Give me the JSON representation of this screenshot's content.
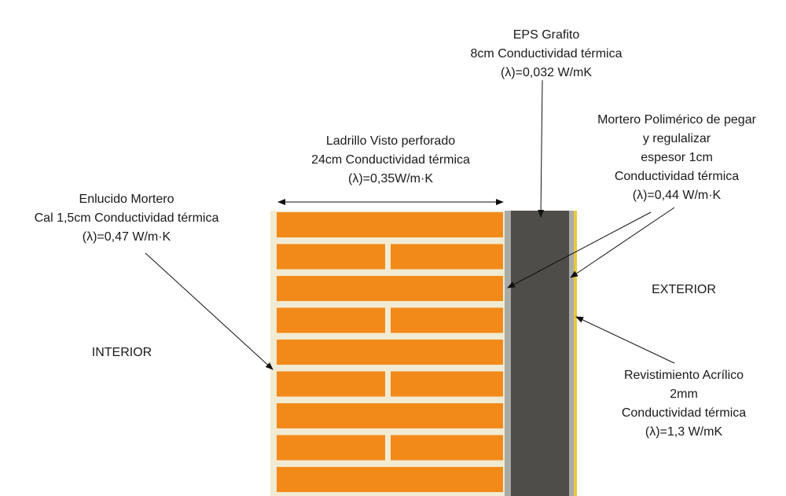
{
  "labels": {
    "eps": [
      "EPS Grafito",
      "8cm Conductividad térmica",
      "(λ)=0,032 W/mK"
    ],
    "mortar_adhesive": [
      "Mortero Polimérico de pegar",
      "y regulalizar",
      "espesor 1cm",
      "Conductividad térmica",
      "(λ)=0,44 W/m·K"
    ],
    "brick": [
      "Ladrillo Visto perforado",
      "24cm  Conductividad térmica",
      "(λ)=0,35W/m·K"
    ],
    "plaster": [
      "Enlucido Mortero",
      "Cal 1,5cm Conductividad térmica",
      "(λ)=0,47 W/m·K"
    ],
    "interior": "INTERIOR",
    "exterior": "EXTERIOR",
    "coating": [
      "Revistimiento Acrílico",
      "2mm",
      "Conductividad térmica",
      "(λ)=1,3 W/mK"
    ]
  },
  "layers": [
    {
      "name": "Enlucido Mortero Cal",
      "color": "#f2ebd3"
    },
    {
      "name": "Ladrillo Visto perforado",
      "color": "#f28a1a",
      "joint_color": "#f2ebd3"
    },
    {
      "name": "Mortero Polimérico interior",
      "color": "#a9aba8"
    },
    {
      "name": "EPS Grafito",
      "color": "#4e4d48"
    },
    {
      "name": "Mortero Polimérico exterior",
      "color": "#a9aba8"
    },
    {
      "name": "Revestimiento Acrílico",
      "color": "#e9c93f"
    }
  ]
}
